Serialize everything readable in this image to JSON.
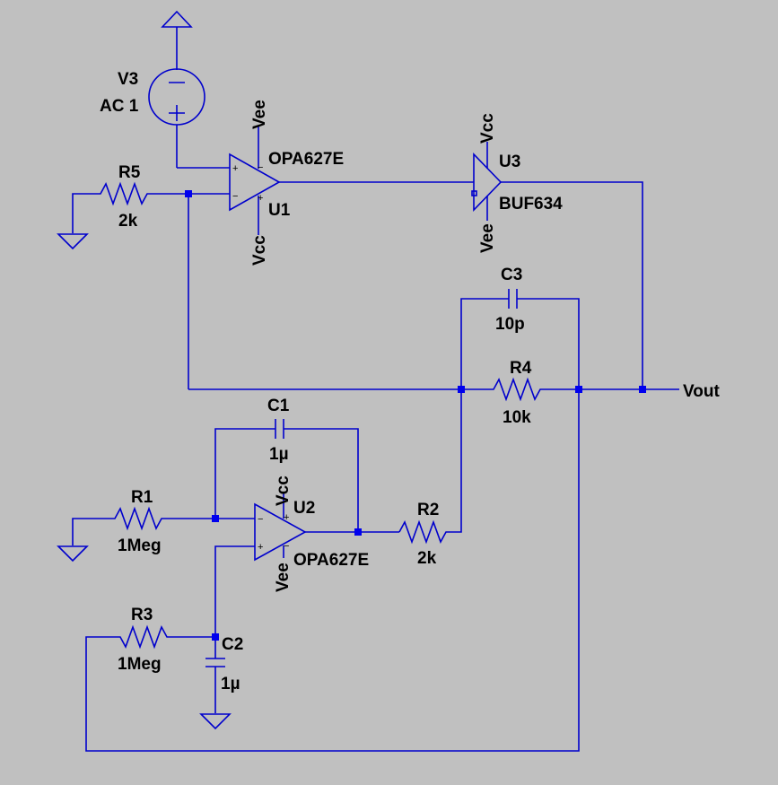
{
  "V3": {
    "name": "V3",
    "value": "AC 1"
  },
  "U1": {
    "model": "OPA627E",
    "name": "U1",
    "vee": "Vee",
    "vcc": "Vcc"
  },
  "U2": {
    "model": "OPA627E",
    "name": "U2",
    "vcc": "Vcc",
    "vee": "Vee"
  },
  "U3": {
    "model": "BUF634",
    "name": "U3",
    "vcc": "Vcc",
    "vee": "Vee"
  },
  "R1": {
    "name": "R1",
    "value": "1Meg"
  },
  "R2": {
    "name": "R2",
    "value": "2k"
  },
  "R3": {
    "name": "R3",
    "value": "1Meg"
  },
  "R4": {
    "name": "R4",
    "value": "10k"
  },
  "R5": {
    "name": "R5",
    "value": "2k"
  },
  "C1": {
    "name": "C1",
    "value": "1µ"
  },
  "C2": {
    "name": "C2",
    "value": "1µ"
  },
  "C3": {
    "name": "C3",
    "value": "10p"
  },
  "out": "Vout",
  "signs": {
    "plus": "+",
    "minus": "−"
  }
}
